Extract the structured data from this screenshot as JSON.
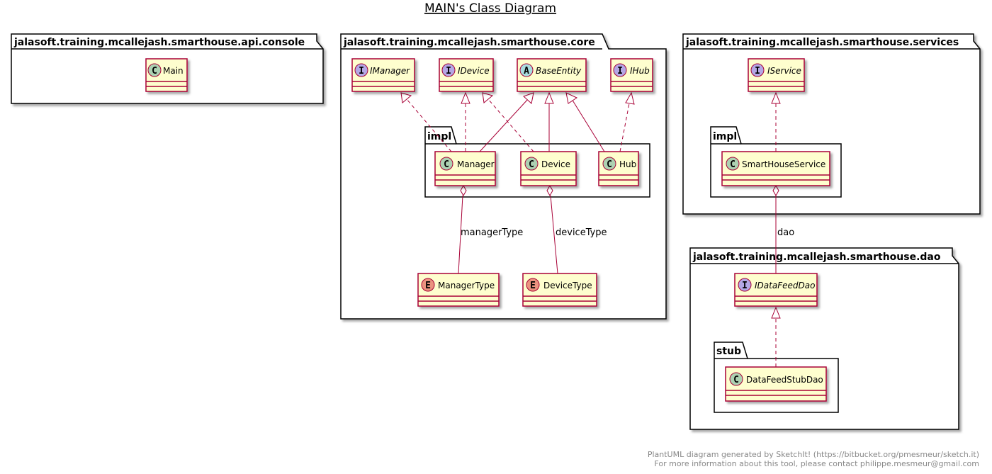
{
  "title": "MAIN's Class Diagram",
  "colors": {
    "class_fill": "#FEFECE",
    "class_border": "#A80036",
    "edge": "#A80036",
    "package_border": "#000000",
    "class_circle": "#ADD1B2",
    "interface_circle": "#B4A7E5",
    "abstract_circle": "#A9DCDF",
    "enum_circle": "#EB937F",
    "footer": "#888888"
  },
  "packages": {
    "api_console": {
      "name": "jalasoft.training.mcallejash.smarthouse.api.console"
    },
    "core": {
      "name": "jalasoft.training.mcallejash.smarthouse.core"
    },
    "core_impl": {
      "name": "impl"
    },
    "services": {
      "name": "jalasoft.training.mcallejash.smarthouse.services"
    },
    "services_impl": {
      "name": "impl"
    },
    "dao": {
      "name": "jalasoft.training.mcallejash.smarthouse.dao"
    },
    "dao_stub": {
      "name": "stub"
    }
  },
  "classes": {
    "main": {
      "kind": "C",
      "name": "Main"
    },
    "imanager": {
      "kind": "I",
      "name": "IManager"
    },
    "idevice": {
      "kind": "I",
      "name": "IDevice"
    },
    "baseentity": {
      "kind": "A",
      "name": "BaseEntity"
    },
    "ihub": {
      "kind": "I",
      "name": "IHub"
    },
    "manager": {
      "kind": "C",
      "name": "Manager"
    },
    "device": {
      "kind": "C",
      "name": "Device"
    },
    "hub": {
      "kind": "C",
      "name": "Hub"
    },
    "managertype": {
      "kind": "E",
      "name": "ManagerType"
    },
    "devicetype": {
      "kind": "E",
      "name": "DeviceType"
    },
    "iservice": {
      "kind": "I",
      "name": "IService"
    },
    "smarthouseservice": {
      "kind": "C",
      "name": "SmartHouseService"
    },
    "idatafeeddao": {
      "kind": "I",
      "name": "IDataFeedDao"
    },
    "datafeedstubdao": {
      "kind": "C",
      "name": "DataFeedStubDao"
    }
  },
  "edge_labels": {
    "manager_type": "managerType",
    "device_type": "deviceType",
    "dao": "dao"
  },
  "footer": {
    "line1": "PlantUML diagram generated by SketchIt! (https://bitbucket.org/pmesmeur/sketch.it)",
    "line2": "For more information about this tool, please contact philippe.mesmeur@gmail.com"
  }
}
